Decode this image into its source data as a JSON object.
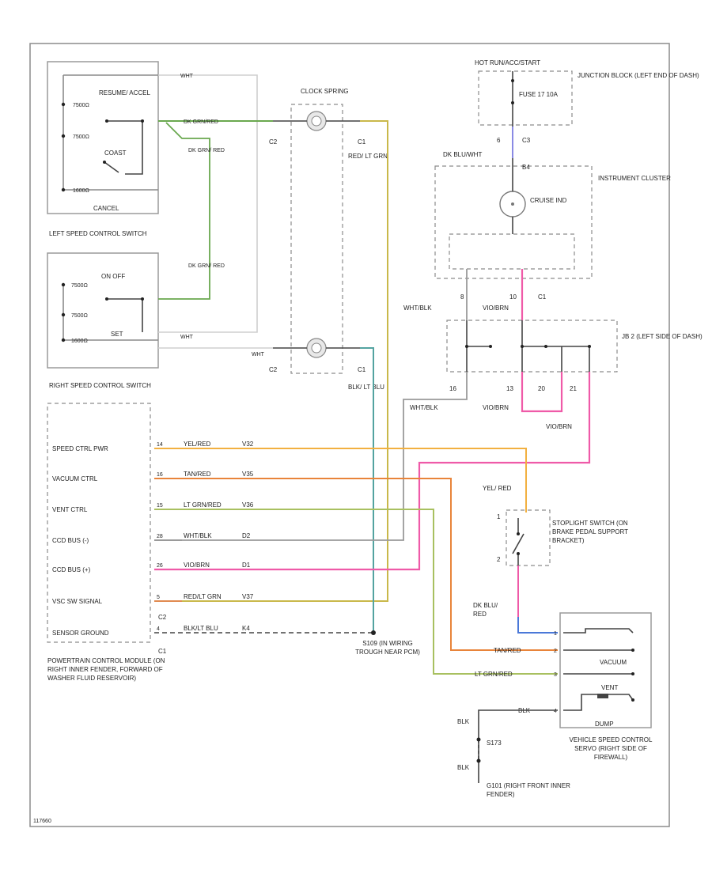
{
  "colors": {
    "dk_grn_red": "#6aa84f",
    "dk_grn_red_alt": "#c07840",
    "red_lt_grn": "#c9b84a",
    "blk_lt_blu": "#53a3a0",
    "yel_red": "#f2b040",
    "tan_red": "#e8843a",
    "lt_grn_red": "#a8c060",
    "wht_blk": "#9a9a9a",
    "vio_brn": "#ef5aa8",
    "red_lt_grn_pcm": "#e08a50",
    "dk_blu_red": "#4a78d8",
    "wht": "#cfcfcf"
  },
  "left_switch": {
    "title": "LEFT SPEED CONTROL SWITCH",
    "resume": "RESUME/ ACCEL",
    "coast": "COAST",
    "cancel": "CANCEL",
    "r1": "7500Ω",
    "r2": "7500Ω",
    "r3": "1600Ω",
    "wire_wht": "WHT",
    "wire_grn": "DK GRN/RED",
    "wire_grn2": "DK GRN/ RED"
  },
  "right_switch": {
    "title": "RIGHT SPEED CONTROL SWITCH",
    "on_off": "ON OFF",
    "set": "SET",
    "r1": "7500Ω",
    "r2": "7500Ω",
    "r3": "1600Ω",
    "wire_grn": "DK GRN/ RED",
    "wire_wht": "WHT",
    "wire_wht2": "WHT"
  },
  "clock_spring": {
    "title": "CLOCK SPRING",
    "c2a": "C2",
    "c1a": "C1",
    "c2b": "C2",
    "c1b": "C1",
    "red_lt_grn": "RED/ LT GRN",
    "blk_lt_blu": "BLK/ LT BLU"
  },
  "junction": {
    "hot": "HOT RUN/ACC/START",
    "fuse": "FUSE 17 10A",
    "title": "JUNCTION BLOCK (LEFT END OF DASH)",
    "pin6": "6",
    "c3": "C3"
  },
  "cluster": {
    "title": "INSTRUMENT CLUSTER",
    "wire": "DK BLU/WHT",
    "lamp": "CRUISE IND",
    "pin_b4": "B4",
    "pin8": "8",
    "pin10": "10",
    "c1": "C1"
  },
  "jb2": {
    "title": "JB 2 (LEFT SIDE OF DASH)",
    "wht_blk": "WHT/BLK",
    "vio_brn": "VIO/BRN",
    "p16": "16",
    "p13": "13",
    "p20": "20",
    "p21": "21",
    "wht_blk2": "WHT/BLK",
    "vio_brn2": "VIO/BRN",
    "vio_brn3": "VIO/BRN"
  },
  "pcm": {
    "title": "POWERTRAIN CONTROL MODULE (ON RIGHT INNER FENDER, FORWARD OF WASHER FLUID RESERVOIR)",
    "rows": [
      {
        "label": "SPEED CTRL PWR",
        "pin": "14",
        "wire": "YEL/RED",
        "circuit": "V32"
      },
      {
        "label": "VACUUM CTRL",
        "pin": "16",
        "wire": "TAN/RED",
        "circuit": "V35"
      },
      {
        "label": "VENT CTRL",
        "pin": "15",
        "wire": "LT GRN/RED",
        "circuit": "V36"
      },
      {
        "label": "CCD BUS (-)",
        "pin": "28",
        "wire": "WHT/BLK",
        "circuit": "D2"
      },
      {
        "label": "CCD BUS (+)",
        "pin": "26",
        "wire": "VIO/BRN",
        "circuit": "D1"
      },
      {
        "label": "VSC SW SIGNAL",
        "pin": "5",
        "wire": "RED/LT GRN",
        "circuit": "V37"
      },
      {
        "label": "SENSOR GROUND",
        "pin": "4",
        "wire": "BLK/LT BLU",
        "circuit": "K4"
      }
    ],
    "c2": "C2",
    "c1": "C1"
  },
  "splice": {
    "title": "S109 (IN WIRING TROUGH NEAR PCM)"
  },
  "stoplight": {
    "wire": "YEL/ RED",
    "title": "STOPLIGHT SWITCH (ON BRAKE PEDAL SUPPORT BRACKET)",
    "pin1": "1",
    "pin2": "2",
    "out": "DK BLU/ RED"
  },
  "servo": {
    "title": "VEHICLE SPEED CONTROL SERVO (RIGHT SIDE OF FIREWALL)",
    "vacuum": "VACUUM",
    "vent": "VENT",
    "dump": "DUMP",
    "tan_red": "TAN/RED",
    "lt_grn_red": "LT GRN/RED",
    "blk": "BLK",
    "p1": "1",
    "p2": "2",
    "p3": "3",
    "p4": "4"
  },
  "ground": {
    "blk1": "BLK",
    "splice": "S173",
    "blk2": "BLK",
    "title": "G101 (RIGHT FRONT INNER FENDER)"
  },
  "footer": "117660"
}
